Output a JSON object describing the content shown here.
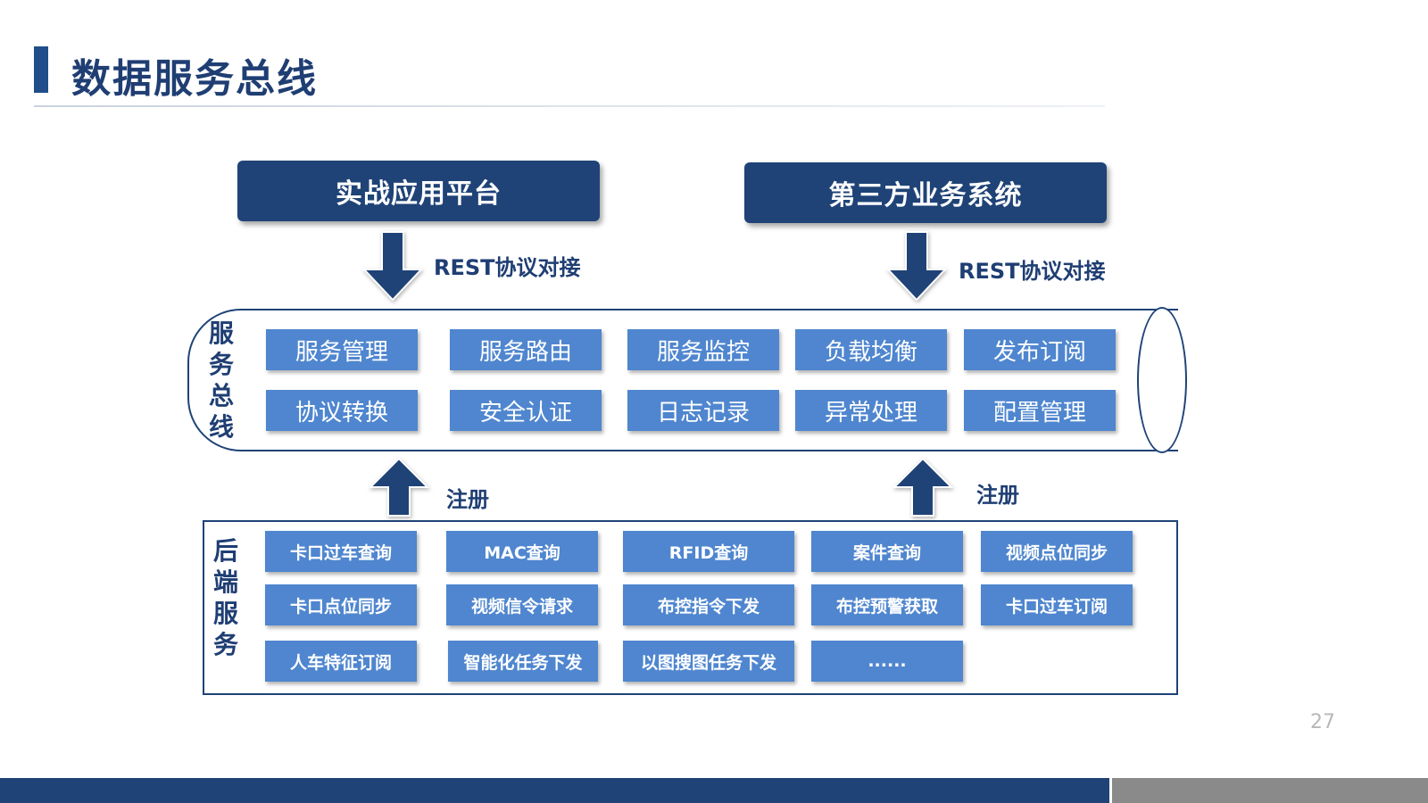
{
  "title": "数据服务总线",
  "platforms": {
    "left": "实战应用平台",
    "right": "第三方业务系统"
  },
  "rest_label": "REST协议对接",
  "register_label": "注册",
  "bus": {
    "label": [
      "服",
      "务",
      "总",
      "线"
    ],
    "row1": [
      "服务管理",
      "服务路由",
      "服务监控",
      "负载均衡",
      "发布订阅"
    ],
    "row2": [
      "协议转换",
      "安全认证",
      "日志记录",
      "异常处理",
      "配置管理"
    ]
  },
  "backend": {
    "label": [
      "后",
      "端",
      "服",
      "务"
    ],
    "row1": [
      "卡口过车查询",
      "MAC查询",
      "RFID查询",
      "案件查询",
      "视频点位同步"
    ],
    "row2": [
      "卡口点位同步",
      "视频信令请求",
      "布控指令下发",
      "布控预警获取",
      "卡口过车订阅"
    ],
    "row3": [
      "人车特征订阅",
      "智能化任务下发",
      "以图搜图任务下发",
      "......"
    ]
  },
  "page_number": "27",
  "colors": {
    "dark": "#1f4377",
    "cell": "#4f86cf",
    "title": "#1f3e73"
  }
}
